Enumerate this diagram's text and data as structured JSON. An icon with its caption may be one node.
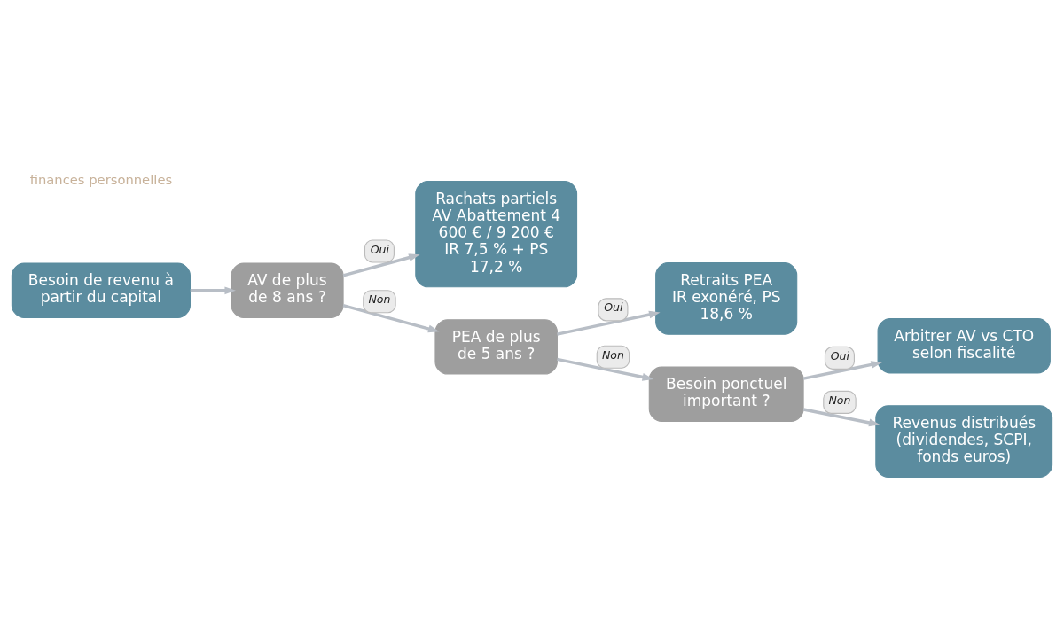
{
  "diagram": {
    "nodes": [
      {
        "text": [
          "Besoin de revenu à partir du capital"
        ]
      },
      {
        "text": [
          "AV de plus de 8 ans ?"
        ]
      },
      {
        "text": [
          "Rachats partiels AV Abattement 4 600 € / 9 200 € IR 7,5 % + PS 17,2 %"
        ]
      },
      {
        "text": [
          "PEA de plus de 5 ans ?"
        ]
      },
      {
        "text": [
          "Retraits PEA IR exonéré, PS 18,6 %"
        ]
      },
      {
        "text": [
          "Besoin ponctuel important ?"
        ]
      },
      {
        "text": [
          "Arbitrer AV vs CTO selon fiscalité"
        ]
      },
      {
        "text": [
          "Revenus distribués (dividendes, SCPI, fonds euros)"
        ]
      }
    ],
    "edges": [
      {
        "from": 0,
        "to": 1,
        "arrow": "to"
      },
      {
        "from": 1,
        "to": 2,
        "arrow": "to",
        "label": "Oui"
      },
      {
        "from": 1,
        "to": 3,
        "arrow": "to",
        "label": "Non"
      },
      {
        "from": 3,
        "to": 4,
        "arrow": "to",
        "label": "Oui"
      },
      {
        "from": 3,
        "to": 5,
        "arrow": "to",
        "label": "Non"
      },
      {
        "from": 5,
        "to": 6,
        "arrow": "to",
        "label": "Oui"
      },
      {
        "from": 5,
        "to": 7,
        "arrow": "to",
        "label": "Non"
      }
    ],
    "labels": [
      "finances personnelles"
    ]
  }
}
